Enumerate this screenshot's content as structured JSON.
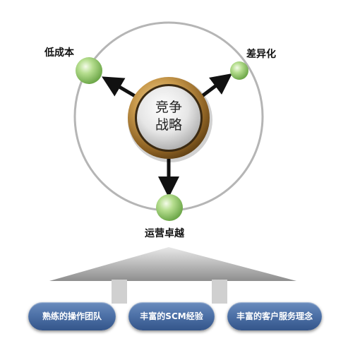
{
  "center": {
    "line1": "竞争",
    "line2": "战略"
  },
  "nodes": {
    "left": "低成本",
    "right": "差异化",
    "bottom": "运营卓越"
  },
  "foundation": [
    "熟练的操作团队",
    "丰富的SCM经验",
    "丰富的客户服务理念"
  ],
  "colors": {
    "ring": "#b5b5b5",
    "node_green": "#8fc46a",
    "arrow": "#111111",
    "pill_blue": "#4e72a8",
    "gold": "#b8873a"
  }
}
